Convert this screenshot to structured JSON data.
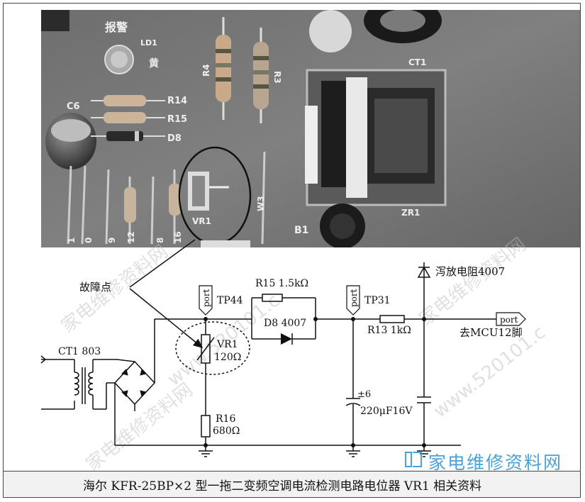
{
  "photo": {
    "labels": {
      "alarm": "报警",
      "ld1": "LD1",
      "yellow": "黄",
      "r4": "R4",
      "r3": "R3",
      "ct1": "CT1",
      "c6": "C6",
      "r14": "R14",
      "r15": "R15",
      "d8": "D8",
      "vr1": "VR1",
      "w3": "W3",
      "b1": "B1",
      "zr1": "ZR1",
      "pin12": "12",
      "pin16": "16",
      "pin9": "9",
      "pin8": "8",
      "pin1": "1",
      "pin0": "0"
    }
  },
  "schematic": {
    "fault_point": "故障点",
    "tp44": "TP44",
    "tp31": "TP31",
    "port": "port",
    "r15": "R15 1.5kΩ",
    "d8": "D8 4007",
    "vr1_name": "VR1",
    "vr1_value": "120Ω",
    "ct1": "CT1 803",
    "r16_name": "R16",
    "r16_value": "680Ω",
    "r13": "R13 1kΩ",
    "discharge": "泻放电阻4007",
    "mcu": "去MCU12脚",
    "cap_plus": "±6",
    "cap_value": "220μF16V"
  },
  "watermark": {
    "cn": "家电维修资料网",
    "num": "www.520101.c"
  },
  "logo": {
    "text": "家电维修资料网"
  },
  "caption": {
    "text": "海尔 KFR-25BP×2 型一拖二变频空调电流检测电路电位器 VR1 相关资料"
  }
}
